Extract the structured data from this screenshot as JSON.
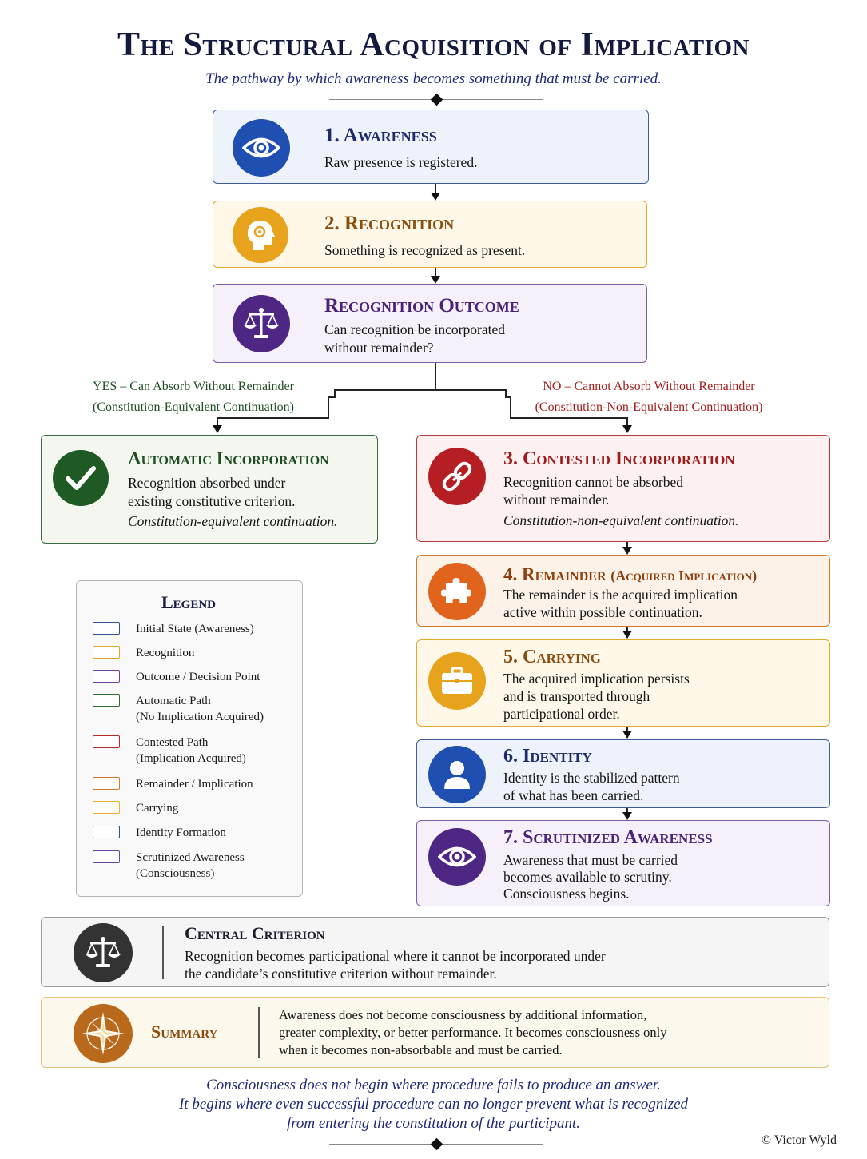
{
  "header": {
    "title": "The Structural Acquisition of Implication",
    "subtitle": "The pathway by which awareness becomes something that must be carried."
  },
  "steps": {
    "awareness": {
      "title": "1. Awareness",
      "text": "Raw presence is registered.",
      "icon": "eye-icon"
    },
    "recognition": {
      "title": "2. Recognition",
      "text": "Something is recognized as present.",
      "icon": "head-mind-icon"
    },
    "outcome": {
      "title": "Recognition Outcome",
      "text1": "Can recognition be incorporated",
      "text2": "without remainder?",
      "icon": "scales-icon"
    }
  },
  "branches": {
    "yes_line1": "YES – Can Absorb Without Remainder",
    "yes_line2": "(Constitution-Equivalent Continuation)",
    "no_line1": "NO – Cannot Absorb Without Remainder",
    "no_line2": "(Constitution-Non-Equivalent Continuation)"
  },
  "automatic": {
    "title": "Automatic Incorporation",
    "text1": "Recognition absorbed under",
    "text2": "existing constitutive criterion.",
    "text3": "Constitution-equivalent continuation.",
    "icon": "checkmark-icon"
  },
  "contested": {
    "title": "3. Contested Incorporation",
    "text1": "Recognition cannot be absorbed",
    "text2": "without remainder.",
    "text3": "Constitution-non-equivalent continuation.",
    "icon": "broken-link-icon"
  },
  "remainder": {
    "title": "4. Remainder",
    "title_suffix": "(Acquired Implication)",
    "text1": "The remainder is the acquired implication",
    "text2": "active within possible continuation.",
    "icon": "puzzle-icon"
  },
  "carrying": {
    "title": "5. Carrying",
    "text1": "The acquired implication persists",
    "text2": "and is transported through",
    "text3": "participational order.",
    "icon": "briefcase-icon"
  },
  "identity": {
    "title": "6. Identity",
    "text1": "Identity is the stabilized pattern",
    "text2": "of what has been carried.",
    "icon": "person-icon"
  },
  "scrutinized": {
    "title": "7. Scrutinized Awareness",
    "text1": "Awareness that must be carried",
    "text2": "becomes available to scrutiny.",
    "text3": "Consciousness begins.",
    "icon": "eye-icon"
  },
  "legend": {
    "title": "Legend",
    "items": [
      {
        "label": "Initial State (Awareness)",
        "color": "#2f4f8f"
      },
      {
        "label": "Recognition",
        "color": "#e0a92a"
      },
      {
        "label": "Outcome / Decision Point",
        "color": "#6c4596"
      },
      {
        "label": "Automatic Path\n(No Implication Acquired)",
        "color": "#2e6a33"
      },
      {
        "label": "Contested Path\n(Implication Acquired)",
        "color": "#b32b2b"
      },
      {
        "label": "Remainder / Implication",
        "color": "#d67a2a"
      },
      {
        "label": "Carrying",
        "color": "#e6b12e"
      },
      {
        "label": "Identity Formation",
        "color": "#2f4f8f"
      },
      {
        "label": "Scrutinized Awareness\n(Consciousness)",
        "color": "#6c4596"
      }
    ]
  },
  "central": {
    "title": "Central Criterion",
    "text1": "Recognition becomes participational where it cannot be incorporated under",
    "text2": "the candidate’s constitutive criterion without remainder.",
    "icon": "scales-icon"
  },
  "summary": {
    "title": "Summary",
    "text1": "Awareness does not become consciousness by additional information,",
    "text2": "greater complexity, or better performance. It becomes consciousness only",
    "text3": "when it becomes non-absorbable and must be carried.",
    "icon": "compass-star-icon"
  },
  "footer": {
    "line1": "Consciousness does not begin where procedure fails to produce an answer.",
    "line2": "It begins where even successful procedure can no longer prevent what is recognized",
    "line3": "from entering the constitution of the participant.",
    "copyright": "© Victor Wyld"
  }
}
